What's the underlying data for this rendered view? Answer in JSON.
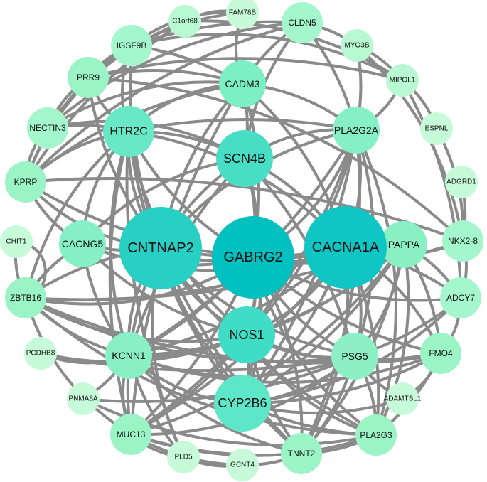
{
  "nodes": [
    {
      "id": "GABRG2",
      "label": "GABRG2",
      "color": "#00c0c0",
      "tier": "hub"
    },
    {
      "id": "CACNA1A",
      "label": "CACNA1A",
      "color": "#10c6c4",
      "tier": "hub"
    },
    {
      "id": "CNTNAP2",
      "label": "CNTNAP2",
      "color": "#28d0c4",
      "tier": "hub"
    },
    {
      "id": "NOS1",
      "label": "NOS1",
      "color": "#3fdcc6",
      "tier": "major"
    },
    {
      "id": "SCN4B",
      "label": "SCN4B",
      "color": "#48dec6",
      "tier": "major"
    },
    {
      "id": "CYP2B6",
      "label": "CYP2B6",
      "color": "#5ee6c8",
      "tier": "major"
    },
    {
      "id": "HTR2C",
      "label": "HTR2C",
      "color": "#68e8c4",
      "tier": "large"
    },
    {
      "id": "CADM3",
      "label": "CADM3",
      "color": "#7cefc4",
      "tier": "mid"
    },
    {
      "id": "PLA2G2A",
      "label": "PLA2G2A",
      "color": "#86f0c4",
      "tier": "mid"
    },
    {
      "id": "CACNG5",
      "label": "CACNG5",
      "color": "#86f0c4",
      "tier": "mid"
    },
    {
      "id": "PAPPA",
      "label": "PAPPA",
      "color": "#88f0c2",
      "tier": "mid"
    },
    {
      "id": "KCNN1",
      "label": "KCNN1",
      "color": "#88f0c2",
      "tier": "mid"
    },
    {
      "id": "PSG5",
      "label": "PSG5",
      "color": "#8cf0c4",
      "tier": "mid"
    },
    {
      "id": "FMO4",
      "label": "FMO4",
      "color": "#9af4c6",
      "tier": "small"
    },
    {
      "id": "MUC13",
      "label": "MUC13",
      "color": "#9af4c6",
      "tier": "small"
    },
    {
      "id": "PLA2G3",
      "label": "PLA2G3",
      "color": "#9af4c6",
      "tier": "small"
    },
    {
      "id": "TNNT2",
      "label": "TNNT2",
      "color": "#9af4c6",
      "tier": "small"
    },
    {
      "id": "KPRP",
      "label": "KPRP",
      "color": "#9af4c6",
      "tier": "small"
    },
    {
      "id": "ZBTB16",
      "label": "ZBTB16",
      "color": "#9af4c6",
      "tier": "small"
    },
    {
      "id": "PRR9",
      "label": "PRR9",
      "color": "#9af4c6",
      "tier": "small"
    },
    {
      "id": "NECTIN3",
      "label": "NECTIN3",
      "color": "#a4f6cc",
      "tier": "small"
    },
    {
      "id": "IGSF9B",
      "label": "IGSF9B",
      "color": "#a4f6cc",
      "tier": "small"
    },
    {
      "id": "CLDN5",
      "label": "CLDN5",
      "color": "#a4f6cc",
      "tier": "small"
    },
    {
      "id": "NKX2-8",
      "label": "NKX2-8",
      "color": "#a4f6cc",
      "tier": "small"
    },
    {
      "id": "ADCY7",
      "label": "ADCY7",
      "color": "#a4f6cc",
      "tier": "small"
    },
    {
      "id": "MYO3B",
      "label": "MYO3B",
      "color": "#b8f8d2",
      "tier": "tiny"
    },
    {
      "id": "MIPOL1",
      "label": "MIPOL1",
      "color": "#b8f8d2",
      "tier": "tiny"
    },
    {
      "id": "C1orf68",
      "label": "C1orf68",
      "color": "#b8f8d2",
      "tier": "tiny"
    },
    {
      "id": "FAM78B",
      "label": "FAM78B",
      "color": "#c6fad8",
      "tier": "tiny"
    },
    {
      "id": "ESPNL",
      "label": "ESPNL",
      "color": "#c6fad8",
      "tier": "tiny"
    },
    {
      "id": "ADGRD1",
      "label": "ADGRD1",
      "color": "#c6fad8",
      "tier": "tiny"
    },
    {
      "id": "CHIT1",
      "label": "CHIT1",
      "color": "#c6fad8",
      "tier": "tiny"
    },
    {
      "id": "PCDHB8",
      "label": "PCDHB8",
      "color": "#c6fad8",
      "tier": "tiny"
    },
    {
      "id": "PNMA8A",
      "label": "PNMA8A",
      "color": "#c6fad8",
      "tier": "tiny"
    },
    {
      "id": "ADAMTSL1",
      "label": "ADAMTSL1",
      "color": "#c6fad8",
      "tier": "tiny"
    },
    {
      "id": "PLD5",
      "label": "PLD5",
      "color": "#c6fad8",
      "tier": "tiny"
    },
    {
      "id": "GCNT4",
      "label": "GCNT4",
      "color": "#c6fad8",
      "tier": "tiny"
    }
  ],
  "edges": [
    [
      "GABRG2",
      "CACNA1A"
    ],
    [
      "GABRG2",
      "CNTNAP2"
    ],
    [
      "GABRG2",
      "NOS1"
    ],
    [
      "GABRG2",
      "SCN4B"
    ],
    [
      "GABRG2",
      "CYP2B6"
    ],
    [
      "GABRG2",
      "HTR2C"
    ],
    [
      "GABRG2",
      "CADM3"
    ],
    [
      "GABRG2",
      "PLA2G2A"
    ],
    [
      "GABRG2",
      "CACNG5"
    ],
    [
      "GABRG2",
      "PAPPA"
    ],
    [
      "GABRG2",
      "KCNN1"
    ],
    [
      "GABRG2",
      "PSG5"
    ],
    [
      "GABRG2",
      "FMO4"
    ],
    [
      "GABRG2",
      "MUC13"
    ],
    [
      "GABRG2",
      "PLA2G3"
    ],
    [
      "GABRG2",
      "TNNT2"
    ],
    [
      "GABRG2",
      "KPRP"
    ],
    [
      "GABRG2",
      "ZBTB16"
    ],
    [
      "GABRG2",
      "ADCY7"
    ],
    [
      "GABRG2",
      "NKX2-8"
    ],
    [
      "CACNA1A",
      "CNTNAP2"
    ],
    [
      "CACNA1A",
      "NOS1"
    ],
    [
      "CACNA1A",
      "SCN4B"
    ],
    [
      "CACNA1A",
      "CYP2B6"
    ],
    [
      "CACNA1A",
      "HTR2C"
    ],
    [
      "CACNA1A",
      "PLA2G2A"
    ],
    [
      "CACNA1A",
      "PAPPA"
    ],
    [
      "CACNA1A",
      "PSG5"
    ],
    [
      "CACNA1A",
      "FMO4"
    ],
    [
      "CACNA1A",
      "KCNN1"
    ],
    [
      "CACNA1A",
      "MUC13"
    ],
    [
      "CACNA1A",
      "TNNT2"
    ],
    [
      "CACNA1A",
      "PLA2G3"
    ],
    [
      "CACNA1A",
      "ADCY7"
    ],
    [
      "CACNA1A",
      "NKX2-8"
    ],
    [
      "CACNA1A",
      "CADM3"
    ],
    [
      "CACNA1A",
      "ZBTB16"
    ],
    [
      "CACNA1A",
      "CACNG5"
    ],
    [
      "CNTNAP2",
      "NOS1"
    ],
    [
      "CNTNAP2",
      "SCN4B"
    ],
    [
      "CNTNAP2",
      "CYP2B6"
    ],
    [
      "CNTNAP2",
      "HTR2C"
    ],
    [
      "CNTNAP2",
      "CADM3"
    ],
    [
      "CNTNAP2",
      "CACNG5"
    ],
    [
      "CNTNAP2",
      "KCNN1"
    ],
    [
      "CNTNAP2",
      "MUC13"
    ],
    [
      "CNTNAP2",
      "ZBTB16"
    ],
    [
      "CNTNAP2",
      "KPRP"
    ],
    [
      "CNTNAP2",
      "PSG5"
    ],
    [
      "CNTNAP2",
      "PLA2G3"
    ],
    [
      "CNTNAP2",
      "TNNT2"
    ],
    [
      "CNTNAP2",
      "PLD5"
    ],
    [
      "CNTNAP2",
      "PRR9"
    ],
    [
      "CNTNAP2",
      "IGSF9B"
    ],
    [
      "CNTNAP2",
      "PLA2G2A"
    ],
    [
      "NOS1",
      "SCN4B"
    ],
    [
      "NOS1",
      "CYP2B6"
    ],
    [
      "NOS1",
      "HTR2C"
    ],
    [
      "NOS1",
      "PSG5"
    ],
    [
      "NOS1",
      "KCNN1"
    ],
    [
      "NOS1",
      "MUC13"
    ],
    [
      "NOS1",
      "FMO4"
    ],
    [
      "NOS1",
      "PLA2G2A"
    ],
    [
      "NOS1",
      "TNNT2"
    ],
    [
      "NOS1",
      "PLA2G3"
    ],
    [
      "NOS1",
      "CACNG5"
    ],
    [
      "NOS1",
      "PAPPA"
    ],
    [
      "NOS1",
      "ZBTB16"
    ],
    [
      "NOS1",
      "PCDHB8"
    ],
    [
      "SCN4B",
      "HTR2C"
    ],
    [
      "SCN4B",
      "CADM3"
    ],
    [
      "SCN4B",
      "PLA2G2A"
    ],
    [
      "SCN4B",
      "CYP2B6"
    ],
    [
      "SCN4B",
      "KCNN1"
    ],
    [
      "SCN4B",
      "CACNG5"
    ],
    [
      "SCN4B",
      "CLDN5"
    ],
    [
      "SCN4B",
      "PSG5"
    ],
    [
      "SCN4B",
      "NECTIN3"
    ],
    [
      "CYP2B6",
      "PSG5"
    ],
    [
      "CYP2B6",
      "FMO4"
    ],
    [
      "CYP2B6",
      "PLA2G3"
    ],
    [
      "CYP2B6",
      "KCNN1"
    ],
    [
      "CYP2B6",
      "HTR2C"
    ],
    [
      "CYP2B6",
      "PAPPA"
    ],
    [
      "CYP2B6",
      "ADCY7"
    ],
    [
      "CYP2B6",
      "ADAMTSL1"
    ],
    [
      "CYP2B6",
      "PLA2G2A"
    ],
    [
      "HTR2C",
      "CADM3"
    ],
    [
      "HTR2C",
      "KCNN1"
    ],
    [
      "HTR2C",
      "MUC13"
    ],
    [
      "HTR2C",
      "PLA2G2A"
    ],
    [
      "HTR2C",
      "CACNG5"
    ],
    [
      "HTR2C",
      "PRR9"
    ],
    [
      "HTR2C",
      "NECTIN3"
    ],
    [
      "HTR2C",
      "IGSF9B"
    ],
    [
      "HTR2C",
      "KPRP"
    ],
    [
      "HTR2C",
      "PLD5"
    ],
    [
      "HTR2C",
      "TNNT2"
    ],
    [
      "HTR2C",
      "ZBTB16"
    ],
    [
      "CADM3",
      "PRR9"
    ],
    [
      "CADM3",
      "IGSF9B"
    ],
    [
      "CADM3",
      "NECTIN3"
    ],
    [
      "CADM3",
      "KPRP"
    ],
    [
      "CADM3",
      "CLDN5"
    ],
    [
      "CADM3",
      "FAM78B"
    ],
    [
      "CADM3",
      "PLA2G2A"
    ],
    [
      "CADM3",
      "MUC13"
    ],
    [
      "PLA2G2A",
      "PLA2G3"
    ],
    [
      "PLA2G2A",
      "PSG5"
    ],
    [
      "PLA2G2A",
      "KCNN1"
    ],
    [
      "PLA2G2A",
      "MYO3B"
    ],
    [
      "PLA2G2A",
      "MIPOL1"
    ],
    [
      "PLA2G2A",
      "TNNT2"
    ],
    [
      "PLA2G2A",
      "CLDN5"
    ],
    [
      "PLA2G2A",
      "MUC13"
    ],
    [
      "PAPPA",
      "PSG5"
    ],
    [
      "PAPPA",
      "FMO4"
    ],
    [
      "PAPPA",
      "KCNN1"
    ],
    [
      "PAPPA",
      "PLA2G3"
    ],
    [
      "PAPPA",
      "ADCY7"
    ],
    [
      "PAPPA",
      "ZBTB16"
    ],
    [
      "PAPPA",
      "MUC13"
    ],
    [
      "PAPPA",
      "TNNT2"
    ],
    [
      "PSG5",
      "FMO4"
    ],
    [
      "PSG5",
      "KCNN1"
    ],
    [
      "PSG5",
      "PLA2G3"
    ],
    [
      "PSG5",
      "TNNT2"
    ],
    [
      "PSG5",
      "MUC13"
    ],
    [
      "PSG5",
      "ZBTB16"
    ],
    [
      "PSG5",
      "PNMA8A"
    ],
    [
      "PSG5",
      "ADCY7"
    ],
    [
      "KCNN1",
      "MUC13"
    ],
    [
      "KCNN1",
      "ZBTB16"
    ],
    [
      "KCNN1",
      "PLD5"
    ],
    [
      "KCNN1",
      "FMO4"
    ],
    [
      "KCNN1",
      "TNNT2"
    ],
    [
      "KCNN1",
      "PNMA8A"
    ],
    [
      "KCNN1",
      "PCDHB8"
    ],
    [
      "MUC13",
      "PLD5"
    ],
    [
      "MUC13",
      "GCNT4"
    ],
    [
      "MUC13",
      "TNNT2"
    ],
    [
      "MUC13",
      "PLA2G3"
    ],
    [
      "PLD5",
      "GCNT4"
    ],
    [
      "TNNT2",
      "GCNT4"
    ],
    [
      "FMO4",
      "ADCY7"
    ],
    [
      "FMO4",
      "ZBTB16"
    ],
    [
      "FMO4",
      "PLA2G3"
    ],
    [
      "FMO4",
      "ADAMTSL1"
    ],
    [
      "ADCY7",
      "NKX2-8"
    ],
    [
      "ADCY7",
      "MIPOL1"
    ],
    [
      "NKX2-8",
      "ADGRD1"
    ],
    [
      "NKX2-8",
      "MYO3B"
    ],
    [
      "NKX2-8",
      "ESPNL"
    ],
    [
      "NKX2-8",
      "KPRP"
    ],
    [
      "NKX2-8",
      "PRR9"
    ],
    [
      "MIPOL1",
      "ESPNL"
    ],
    [
      "MIPOL1",
      "MYO3B"
    ],
    [
      "MIPOL1",
      "IGSF9B"
    ],
    [
      "MIPOL1",
      "C1orf68"
    ],
    [
      "MIPOL1",
      "PRR9"
    ],
    [
      "CLDN5",
      "IGSF9B"
    ],
    [
      "CLDN5",
      "NECTIN3"
    ],
    [
      "CLDN5",
      "KPRP"
    ],
    [
      "CLDN5",
      "MYO3B"
    ],
    [
      "C1orf68",
      "FAM78B"
    ],
    [
      "C1orf68",
      "NECTIN3"
    ],
    [
      "C1orf68",
      "KPRP"
    ],
    [
      "FAM78B",
      "IGSF9B"
    ],
    [
      "FAM78B",
      "PRR9"
    ],
    [
      "IGSF9B",
      "PRR9"
    ],
    [
      "IGSF9B",
      "NECTIN3"
    ],
    [
      "IGSF9B",
      "KPRP"
    ],
    [
      "PRR9",
      "NECTIN3"
    ],
    [
      "PRR9",
      "KPRP"
    ],
    [
      "NECTIN3",
      "KPRP"
    ],
    [
      "CHIT1",
      "ZBTB16"
    ],
    [
      "ZBTB16",
      "CACNG5"
    ],
    [
      "ZBTB16",
      "MUC13"
    ],
    [
      "CACNG5",
      "KPRP"
    ],
    [
      "CACNG5",
      "KCNN1"
    ],
    [
      "PCDHB8",
      "PSG5"
    ],
    [
      "PNMA8A",
      "PLA2G3"
    ],
    [
      "ADAMTSL1",
      "PSG5"
    ],
    [
      "PLA2G3",
      "TNNT2"
    ],
    [
      "PLA2G3",
      "ZBTB16"
    ]
  ]
}
